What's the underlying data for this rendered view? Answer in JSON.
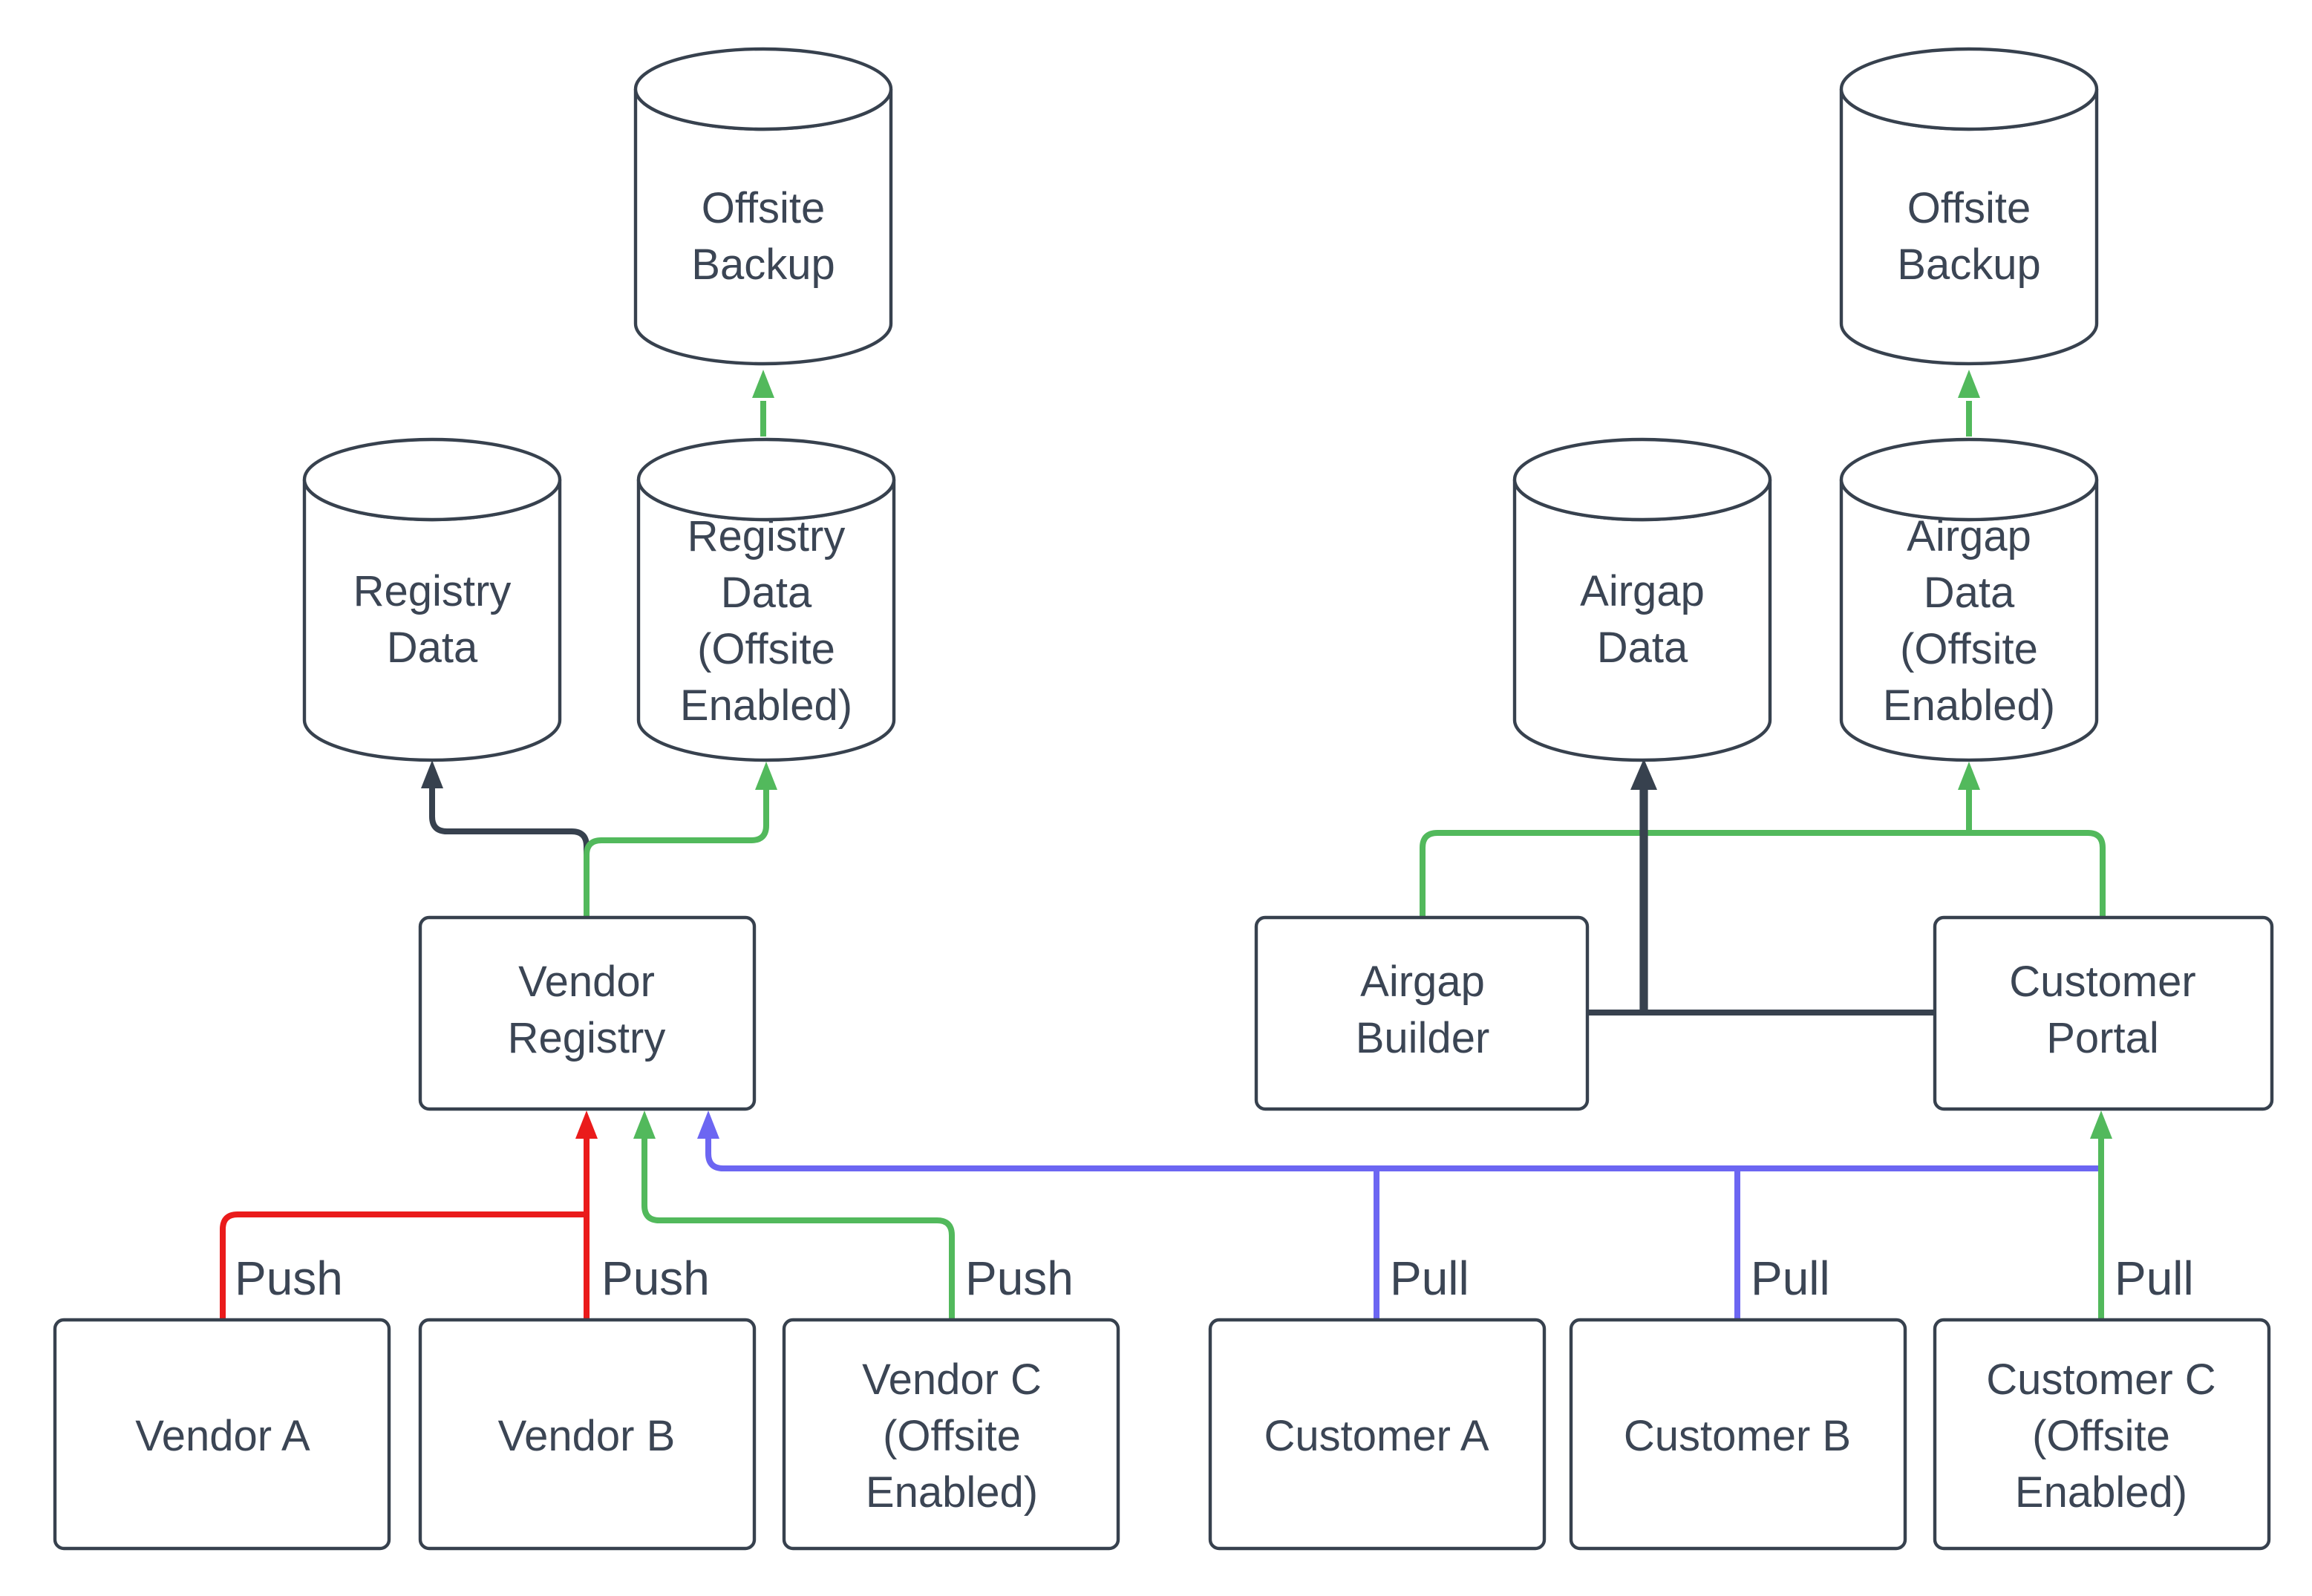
{
  "diagram": {
    "background": "#ffffff",
    "colors": {
      "node_stroke": "#37414E",
      "text": "#3B4554",
      "dark_edge": "#37414E",
      "green_edge": "#52B95C",
      "red_edge": "#EA1B1B",
      "blue_edge": "#6C66F2"
    },
    "nodes": {
      "offsite_backup_left": {
        "shape": "cylinder",
        "lines": [
          "Offsite",
          "Backup"
        ]
      },
      "offsite_backup_right": {
        "shape": "cylinder",
        "lines": [
          "Offsite",
          "Backup"
        ]
      },
      "registry_data": {
        "shape": "cylinder",
        "lines": [
          "Registry",
          "Data"
        ]
      },
      "registry_data_offsite": {
        "shape": "cylinder",
        "lines": [
          "Registry",
          "Data",
          "(Offsite",
          "Enabled)"
        ]
      },
      "airgap_data": {
        "shape": "cylinder",
        "lines": [
          "Airgap",
          "Data"
        ]
      },
      "airgap_data_offsite": {
        "shape": "cylinder",
        "lines": [
          "Airgap",
          "Data",
          "(Offsite",
          "Enabled)"
        ]
      },
      "vendor_registry": {
        "shape": "box",
        "lines": [
          "Vendor",
          "Registry"
        ]
      },
      "airgap_builder": {
        "shape": "box",
        "lines": [
          "Airgap",
          "Builder"
        ]
      },
      "customer_portal": {
        "shape": "box",
        "lines": [
          "Customer",
          "Portal"
        ]
      },
      "vendor_a": {
        "shape": "box",
        "lines": [
          "Vendor A"
        ]
      },
      "vendor_b": {
        "shape": "box",
        "lines": [
          "Vendor B"
        ]
      },
      "vendor_c": {
        "shape": "box",
        "lines": [
          "Vendor C",
          "(Offsite",
          "Enabled)"
        ]
      },
      "customer_a": {
        "shape": "box",
        "lines": [
          "Customer A"
        ]
      },
      "customer_b": {
        "shape": "box",
        "lines": [
          "Customer B"
        ]
      },
      "customer_c": {
        "shape": "box",
        "lines": [
          "Customer C",
          "(Offsite",
          "Enabled)"
        ]
      }
    },
    "edge_labels": {
      "push_vendor_a": "Push",
      "push_vendor_b": "Push",
      "push_vendor_c": "Push",
      "pull_customer_a": "Pull",
      "pull_customer_b": "Pull",
      "pull_customer_c": "Pull"
    }
  }
}
